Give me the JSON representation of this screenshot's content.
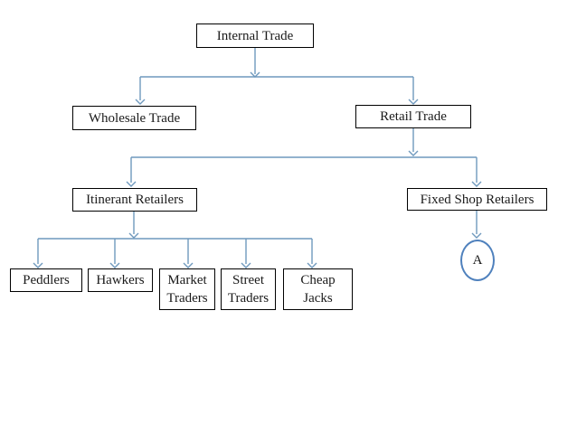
{
  "diagram": {
    "type": "flowchart",
    "colors": {
      "connector": "#6f99bd",
      "box_border": "#000000",
      "circle_border": "#4f81bd",
      "text": "#1a1a1a",
      "background": "#ffffff"
    },
    "nodes": {
      "internal_trade": {
        "label": "Internal Trade"
      },
      "wholesale_trade": {
        "label": "Wholesale Trade"
      },
      "retail_trade": {
        "label": "Retail Trade"
      },
      "itinerant_retailers": {
        "label": "Itinerant Retailers"
      },
      "fixed_shop_retailers": {
        "label": "Fixed Shop Retailers"
      },
      "peddlers": {
        "label": "Peddlers"
      },
      "hawkers": {
        "label": "Hawkers"
      },
      "market_traders": {
        "label": "Market Traders",
        "lines": [
          "Market",
          "Traders"
        ]
      },
      "street_traders": {
        "label": "Street Traders",
        "lines": [
          "Street",
          "Traders"
        ]
      },
      "cheap_jacks": {
        "label": "Cheap Jacks",
        "lines": [
          "Cheap",
          "Jacks"
        ]
      },
      "connector_a": {
        "label": "A"
      }
    },
    "edges": [
      [
        "internal_trade",
        "wholesale_trade"
      ],
      [
        "internal_trade",
        "retail_trade"
      ],
      [
        "retail_trade",
        "itinerant_retailers"
      ],
      [
        "retail_trade",
        "fixed_shop_retailers"
      ],
      [
        "itinerant_retailers",
        "peddlers"
      ],
      [
        "itinerant_retailers",
        "hawkers"
      ],
      [
        "itinerant_retailers",
        "market_traders"
      ],
      [
        "itinerant_retailers",
        "street_traders"
      ],
      [
        "itinerant_retailers",
        "cheap_jacks"
      ],
      [
        "fixed_shop_retailers",
        "connector_a"
      ]
    ]
  }
}
